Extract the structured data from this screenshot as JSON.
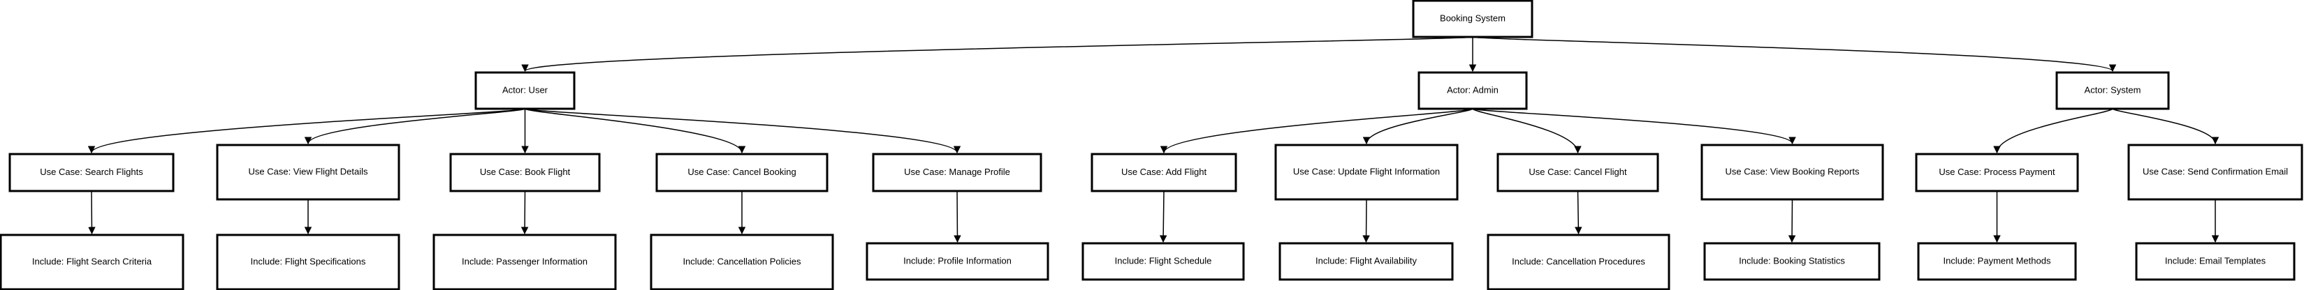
{
  "nodes": {
    "root": "Booking System",
    "actor_user": "Actor: User",
    "actor_admin": "Actor: Admin",
    "actor_system": "Actor: System",
    "uc_search": "Use Case: Search Flights",
    "uc_view_details": "Use Case: View Flight Details",
    "uc_book": "Use Case: Book Flight",
    "uc_cancel_booking": "Use Case: Cancel Booking",
    "uc_manage_profile": "Use Case: Manage Profile",
    "uc_add_flight": "Use Case: Add Flight",
    "uc_update_info": "Use Case: Update Flight Information",
    "uc_cancel_flight": "Use Case: Cancel Flight",
    "uc_view_reports": "Use Case: View Booking Reports",
    "uc_process_payment": "Use Case: Process Payment",
    "uc_send_email": "Use Case: Send Confirmation Email",
    "inc_search_criteria": "Include: Flight Search Criteria",
    "inc_specifications": "Include: Flight Specifications",
    "inc_passenger": "Include: Passenger Information",
    "inc_cancel_policies": "Include: Cancellation Policies",
    "inc_profile": "Include: Profile Information",
    "inc_schedule": "Include: Flight Schedule",
    "inc_availability": "Include: Flight Availability",
    "inc_cancel_procedures": "Include: Cancellation Procedures",
    "inc_statistics": "Include: Booking Statistics",
    "inc_payment_methods": "Include: Payment Methods",
    "inc_email_templates": "Include: Email Templates"
  },
  "edges": [
    [
      "root",
      "actor_user"
    ],
    [
      "root",
      "actor_admin"
    ],
    [
      "root",
      "actor_system"
    ],
    [
      "actor_user",
      "uc_search"
    ],
    [
      "actor_user",
      "uc_view_details"
    ],
    [
      "actor_user",
      "uc_book"
    ],
    [
      "actor_user",
      "uc_cancel_booking"
    ],
    [
      "actor_user",
      "uc_manage_profile"
    ],
    [
      "actor_admin",
      "uc_add_flight"
    ],
    [
      "actor_admin",
      "uc_update_info"
    ],
    [
      "actor_admin",
      "uc_cancel_flight"
    ],
    [
      "actor_admin",
      "uc_view_reports"
    ],
    [
      "actor_system",
      "uc_process_payment"
    ],
    [
      "actor_system",
      "uc_send_email"
    ],
    [
      "uc_search",
      "inc_search_criteria"
    ],
    [
      "uc_view_details",
      "inc_specifications"
    ],
    [
      "uc_book",
      "inc_passenger"
    ],
    [
      "uc_cancel_booking",
      "inc_cancel_policies"
    ],
    [
      "uc_manage_profile",
      "inc_profile"
    ],
    [
      "uc_add_flight",
      "inc_schedule"
    ],
    [
      "uc_update_info",
      "inc_availability"
    ],
    [
      "uc_cancel_flight",
      "inc_cancel_procedures"
    ],
    [
      "uc_view_reports",
      "inc_statistics"
    ],
    [
      "uc_process_payment",
      "inc_payment_methods"
    ],
    [
      "uc_send_email",
      "inc_email_templates"
    ]
  ]
}
